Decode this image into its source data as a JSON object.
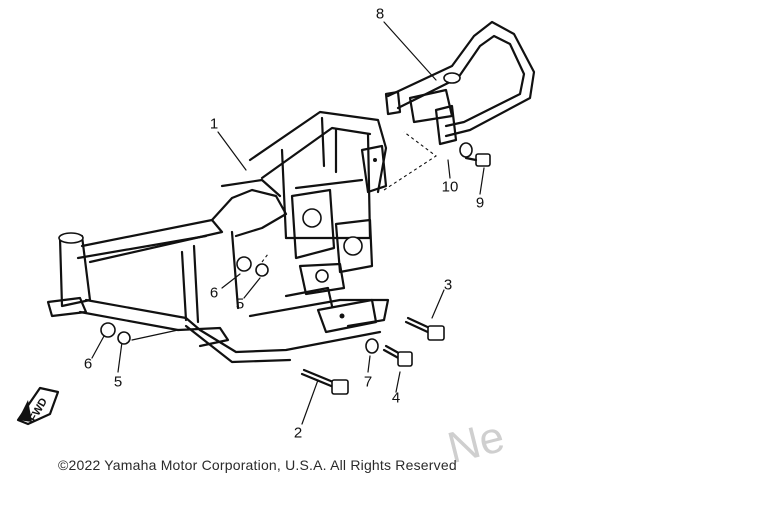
{
  "parts": {
    "p1": "1",
    "p2": "2",
    "p3": "3",
    "p4": "4",
    "p5a": "5",
    "p5b": "5",
    "p6a": "6",
    "p6b": "6",
    "p7": "7",
    "p8": "8",
    "p9": "9",
    "p10": "10"
  },
  "fwd_label": "FWD",
  "copyright": "©2022 Yamaha Motor Corporation, U.S.A. All Rights Reserved",
  "watermark": "Ne"
}
